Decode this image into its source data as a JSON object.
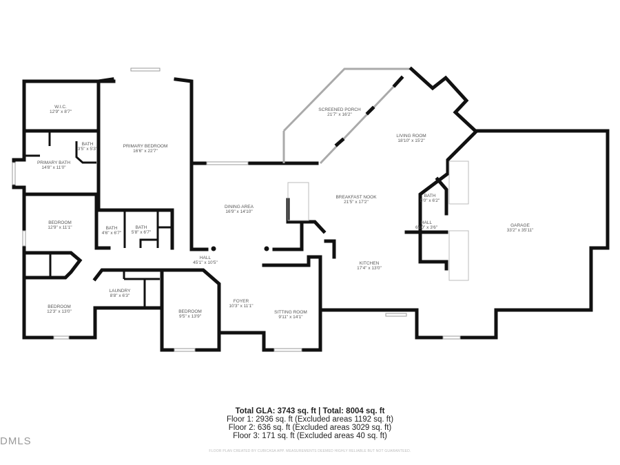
{
  "rooms": [
    {
      "name": "W.I.C.",
      "dims": "12'9\" x 8'7\""
    },
    {
      "name": "BATH",
      "dims": "3'5\" x 5'3\""
    },
    {
      "name": "PRIMARY BATH",
      "dims": "14'8\" x 11'0\""
    },
    {
      "name": "PRIMARY BEDROOM",
      "dims": "16'6\" x 22'7\""
    },
    {
      "name": "BEDROOM",
      "dims": "12'9\" x 11'1\""
    },
    {
      "name": "BATH",
      "dims": "4'6\" x 6'7\""
    },
    {
      "name": "BATH",
      "dims": "5'8\" x 6'7\""
    },
    {
      "name": "BEDROOM",
      "dims": "12'3\" x 13'0\""
    },
    {
      "name": "LAUNDRY",
      "dims": "8'8\" x 6'3\""
    },
    {
      "name": "BEDROOM",
      "dims": "9'5\" x 13'9\""
    },
    {
      "name": "HALL",
      "dims": "45'1\" x 10'5\""
    },
    {
      "name": "DINING AREA",
      "dims": "16'9\" x 14'10\""
    },
    {
      "name": "FOYER",
      "dims": "10'3\" x 11'1\""
    },
    {
      "name": "SITTING ROOM",
      "dims": "9'11\" x 14'1\""
    },
    {
      "name": "SCREENED PORCH",
      "dims": "21'7\" x 16'2\""
    },
    {
      "name": "BREAKFAST NOOK",
      "dims": "21'5\" x 17'2\""
    },
    {
      "name": "KITCHEN",
      "dims": "17'4\" x 13'0\""
    },
    {
      "name": "LIVING ROOM",
      "dims": "18'10\" x 15'2\""
    },
    {
      "name": "BATH",
      "dims": "5'0\" x 6'2\""
    },
    {
      "name": "HALL",
      "dims": "6'10\" x 3'6\""
    },
    {
      "name": "GARAGE",
      "dims": "33'2\" x 35'11\""
    }
  ],
  "totals": {
    "headline": "Total GLA: 3743 sq. ft | Total: 8004 sq. ft",
    "floors": [
      "Floor 1: 2936 sq. ft (Excluded areas 1192 sq. ft)",
      "Floor 2: 636 sq. ft (Excluded areas 3029 sq. ft)",
      "Floor 3: 171 sq. ft (Excluded areas 40 sq. ft)"
    ]
  },
  "credit": "FLOOR PLAN CREATED BY CUBICASA APP. MEASUREMENTS DEEMED HIGHLY RELIABLE BUT NOT GUARANTEED.",
  "watermark": "DMLS"
}
